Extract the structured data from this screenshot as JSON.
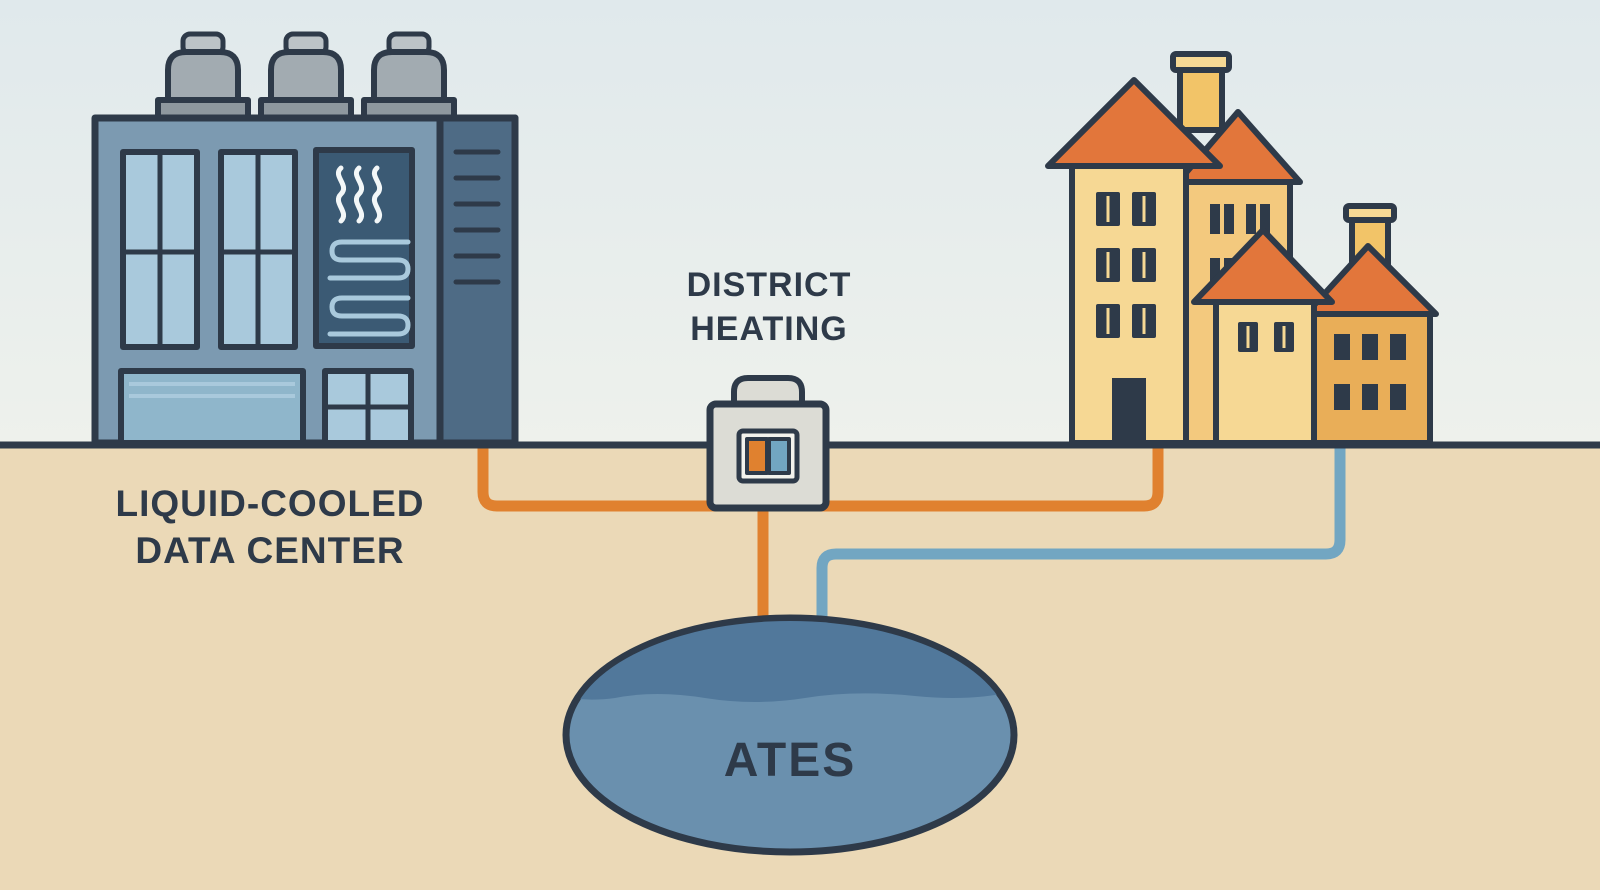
{
  "labels": {
    "data_center": {
      "lines": [
        "LIQUID-COOLED",
        "DATA CENTER"
      ]
    },
    "district_heating": {
      "lines": [
        "DISTRICT",
        "HEATING"
      ]
    },
    "ates": {
      "text": "ATES"
    }
  },
  "diagram": {
    "entities": [
      {
        "id": "liquid-cooled-data-center",
        "label": "LIQUID-COOLED DATA CENTER"
      },
      {
        "id": "district-heating-station",
        "label": "DISTRICT HEATING"
      },
      {
        "id": "residential-buildings"
      },
      {
        "id": "ates-reservoir",
        "label": "ATES"
      }
    ],
    "pipes": [
      {
        "from": "liquid-cooled-data-center",
        "to": "district-heating-station",
        "color": "#e0812f"
      },
      {
        "from": "district-heating-station",
        "to": "residential-buildings",
        "color": "#e0812f"
      },
      {
        "from": "district-heating-station",
        "to": "ates-reservoir",
        "color": "#e0812f"
      },
      {
        "from": "residential-buildings",
        "to": "ates-reservoir",
        "color": "#72a6c2"
      }
    ]
  },
  "colors": {
    "sky": "#e0e9ec",
    "sky_bottom": "#eef1ec",
    "ground": "#ebd9b7",
    "outline": "#2e3a49",
    "text": "#2e3a49",
    "building_main": "#7c9ab1",
    "building_dark": "#4e6b85",
    "window_blue": "#a9c9dc",
    "window_blue_dark": "#8fb6cb",
    "panel_dark": "#3b5a74",
    "vent_gray": "#a2abb1",
    "vent_gray_light": "#bcc3c7",
    "vent_gray_base": "#8e989f",
    "house_yellow": "#f6d894",
    "house_wing": "#f3c97e",
    "house_amber": "#e9ae58",
    "roof_orange": "#e2763b",
    "chimney_yellow": "#f2c468",
    "station_gray": "#dcdcd5",
    "icon_frame": "#f2f2ec",
    "pipe_orange": "#e0812f",
    "pipe_blue": "#72a6c2",
    "ates_top": "#51789b",
    "ates_water": "#6a90ae"
  }
}
